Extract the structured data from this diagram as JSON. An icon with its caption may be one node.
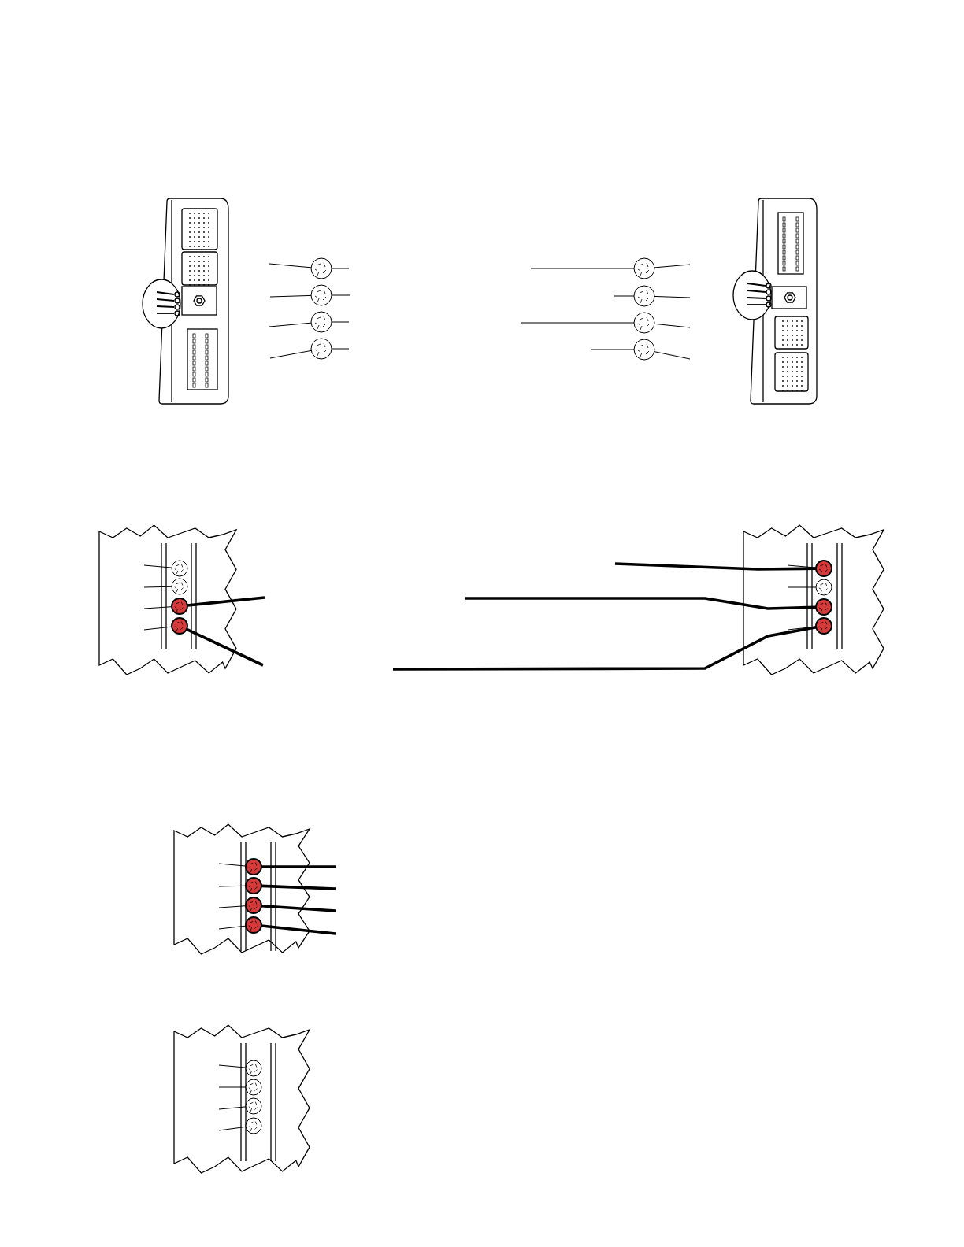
{
  "diagram": {
    "nodes": [
      {
        "text": [],
        "shape": "circle"
      },
      {
        "text": [],
        "shape": "circle"
      },
      {
        "text": [],
        "shape": "circle"
      },
      {
        "text": [],
        "shape": "circle"
      },
      {
        "text": [],
        "shape": "circle"
      },
      {
        "text": [],
        "shape": "circle"
      },
      {
        "text": [],
        "shape": "circle"
      },
      {
        "text": [],
        "shape": "circle"
      },
      {
        "text": [],
        "shape": "circle"
      },
      {
        "text": [],
        "shape": "circle"
      },
      {
        "text": [],
        "shape": "circle"
      },
      {
        "text": [],
        "shape": "circle"
      },
      {
        "text": [],
        "shape": "circle"
      },
      {
        "text": [],
        "shape": "circle"
      },
      {
        "text": [],
        "shape": "circle"
      },
      {
        "text": [],
        "shape": "circle"
      },
      {
        "text": [],
        "shape": "circle"
      },
      {
        "text": [],
        "shape": "circle"
      },
      {
        "text": [],
        "shape": "circle"
      },
      {
        "text": [],
        "shape": "circle"
      },
      {
        "text": [],
        "shape": "circle"
      },
      {
        "text": [],
        "shape": "circle"
      },
      {
        "text": [],
        "shape": "circle"
      },
      {
        "text": [],
        "shape": "circle"
      }
    ],
    "edges": [
      {
        "from": null,
        "to": 0,
        "arrow": "none"
      },
      {
        "from": null,
        "to": 0,
        "arrow": "none"
      },
      {
        "from": null,
        "to": 1,
        "arrow": "none"
      },
      {
        "from": null,
        "to": 1,
        "arrow": "none"
      },
      {
        "from": null,
        "to": 2,
        "arrow": "none"
      },
      {
        "from": null,
        "to": 2,
        "arrow": "none"
      },
      {
        "from": null,
        "to": 3,
        "arrow": "none"
      },
      {
        "from": null,
        "to": 3,
        "arrow": "none"
      },
      {
        "from": null,
        "to": 4,
        "arrow": "none"
      },
      {
        "from": null,
        "to": 4,
        "arrow": "none"
      },
      {
        "from": null,
        "to": 5,
        "arrow": "none"
      },
      {
        "from": null,
        "to": 5,
        "arrow": "none"
      },
      {
        "from": null,
        "to": 6,
        "arrow": "none"
      },
      {
        "from": null,
        "to": 6,
        "arrow": "none"
      },
      {
        "from": null,
        "to": 7,
        "arrow": "none"
      },
      {
        "from": null,
        "to": 7,
        "arrow": "none"
      },
      {
        "from": null,
        "to": 8,
        "arrow": "none"
      },
      {
        "from": null,
        "to": 9,
        "arrow": "none"
      },
      {
        "from": null,
        "to": 10,
        "arrow": "none"
      },
      {
        "from": null,
        "to": 10,
        "arrow": "none",
        "style": "thick"
      },
      {
        "from": null,
        "to": 11,
        "arrow": "none"
      },
      {
        "from": null,
        "to": 11,
        "arrow": "none",
        "style": "thick"
      },
      {
        "from": null,
        "to": 12,
        "arrow": "none"
      },
      {
        "from": null,
        "to": 12,
        "arrow": "none",
        "style": "thick"
      },
      {
        "from": null,
        "to": 13,
        "arrow": "none"
      },
      {
        "from": null,
        "to": 14,
        "arrow": "none"
      },
      {
        "from": null,
        "to": 14,
        "arrow": "none",
        "style": "thick"
      },
      {
        "from": null,
        "to": 15,
        "arrow": "none"
      },
      {
        "from": null,
        "to": 15,
        "arrow": "none",
        "style": "thick"
      },
      {
        "from": null,
        "to": 16,
        "arrow": "none"
      },
      {
        "from": null,
        "to": 16,
        "arrow": "none",
        "style": "thick"
      },
      {
        "from": null,
        "to": 17,
        "arrow": "none"
      },
      {
        "from": null,
        "to": 17,
        "arrow": "none",
        "style": "thick"
      },
      {
        "from": null,
        "to": 18,
        "arrow": "none"
      },
      {
        "from": null,
        "to": 18,
        "arrow": "none",
        "style": "thick"
      },
      {
        "from": null,
        "to": 19,
        "arrow": "none"
      },
      {
        "from": null,
        "to": 19,
        "arrow": "none",
        "style": "thick"
      },
      {
        "from": null,
        "to": 20,
        "arrow": "none"
      },
      {
        "from": null,
        "to": 21,
        "arrow": "none"
      },
      {
        "from": null,
        "to": 22,
        "arrow": "none"
      },
      {
        "from": null,
        "to": 23,
        "arrow": "none"
      }
    ]
  }
}
